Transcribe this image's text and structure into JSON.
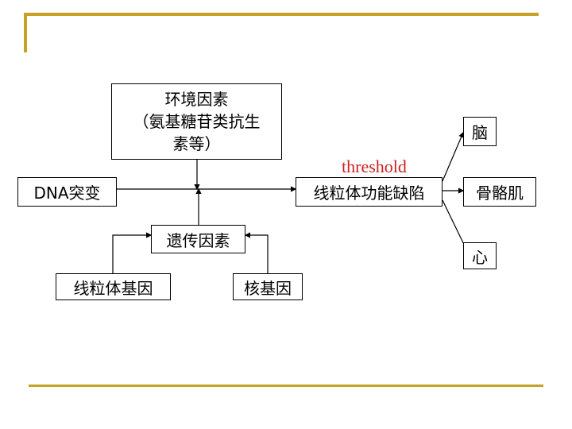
{
  "diagram": {
    "environment": {
      "lines": [
        "环境因素",
        "（氨基糖苷类抗生",
        "素等）"
      ]
    },
    "dna_mutation": "DNA突变",
    "threshold": "threshold",
    "mito_dysfunction": "线粒体功能缺陷",
    "genetic_factors": "遗传因素",
    "mito_genes": "线粒体基因",
    "nuclear_genes": "核基因",
    "targets": {
      "brain": "脑",
      "skeletal_muscle": "骨骼肌",
      "heart": "心"
    }
  },
  "colors": {
    "accent_line": "#c8a227",
    "threshold_text": "#cc2222",
    "stroke": "#000000"
  }
}
